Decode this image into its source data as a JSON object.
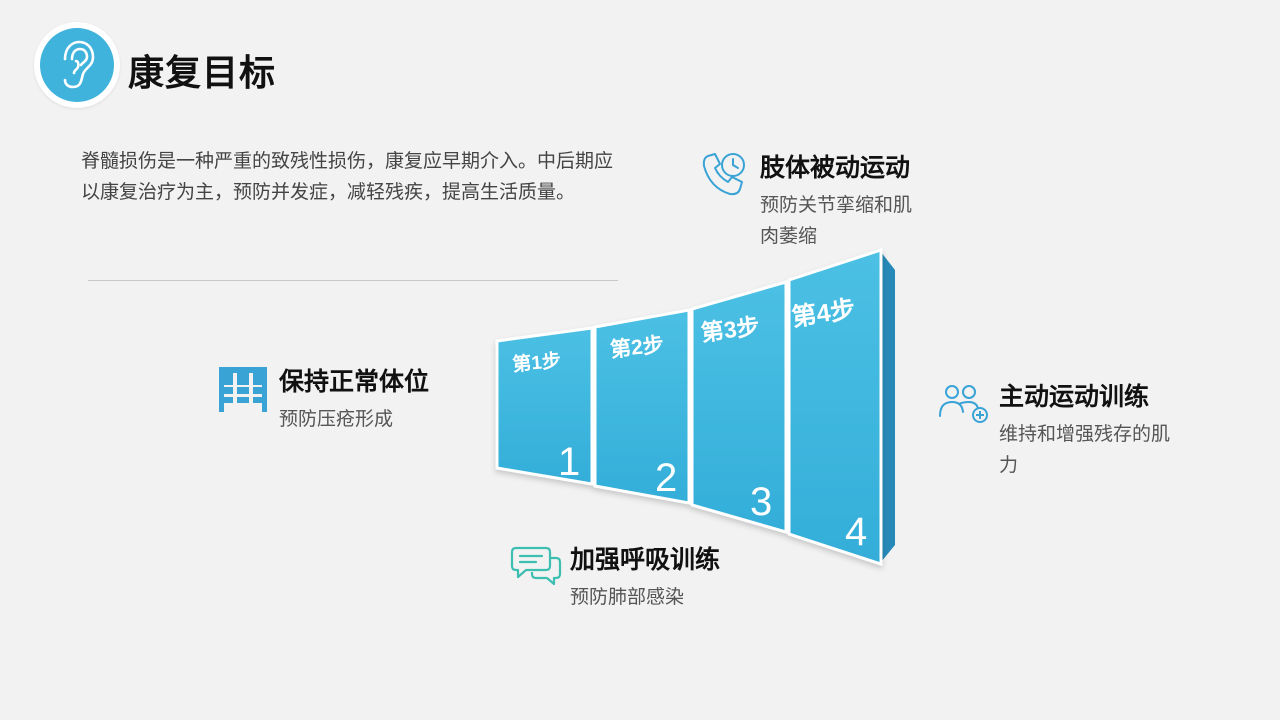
{
  "header": {
    "title": "康复目标",
    "logo_icon": "ear-icon"
  },
  "intro": {
    "text": "脊髓损伤是一种严重的致残性损伤，康复应早期介入。中后期应以康复治疗为主，预防并发症，减轻残疾，提高生活质量。"
  },
  "goals": [
    {
      "title": "保持正常体位",
      "desc": "预防压疮形成",
      "icon": "bed-icon"
    },
    {
      "title": "加强呼吸训练",
      "desc": "预防肺部感染",
      "icon": "chat-bubbles-icon"
    },
    {
      "title": "肢体被动运动",
      "desc": "预防关节挛缩和肌肉萎缩",
      "icon": "phone-clock-icon"
    },
    {
      "title": "主动运动训练",
      "desc": "维持和增强残存的肌力",
      "icon": "people-add-icon"
    }
  ],
  "steps": [
    {
      "label": "第1步",
      "number": "1"
    },
    {
      "label": "第2步",
      "number": "2"
    },
    {
      "label": "第3步",
      "number": "3"
    },
    {
      "label": "第4步",
      "number": "4"
    }
  ],
  "colors": {
    "accent": "#3fb3db",
    "icon_teal": "#3cbfb1",
    "icon_blue": "#3aa3d6",
    "background": "#f2f2f2"
  }
}
